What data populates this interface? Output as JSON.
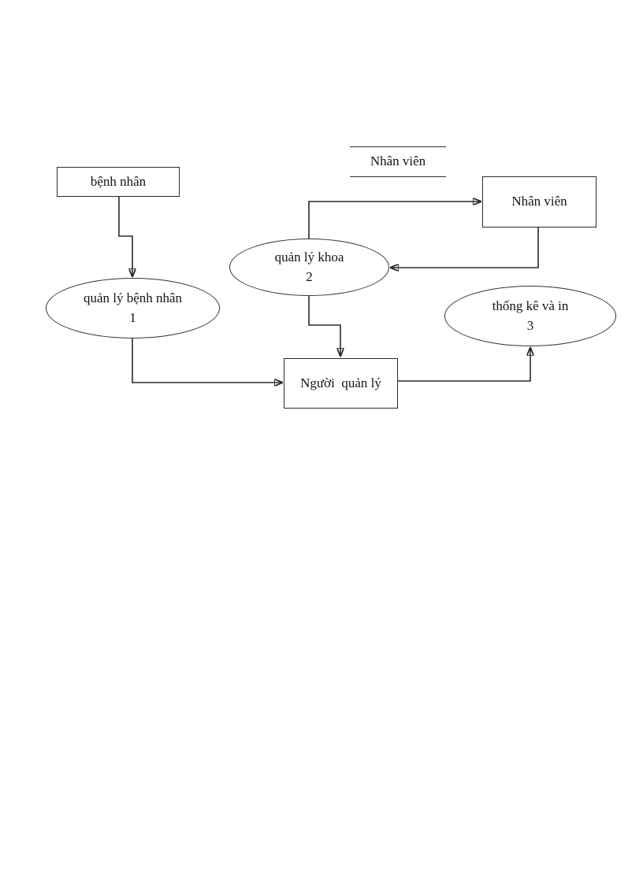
{
  "diagram": {
    "title_context": "DFD - hospital staff/patient management",
    "colors": {
      "background": "#ffffff",
      "line": "#2b2b2b",
      "text": "#151515"
    },
    "entities": {
      "benh_nhan": {
        "label": "bệnh nhân"
      },
      "nhan_vien": {
        "label": "Nhân viên"
      },
      "nguoi_quan_ly": {
        "label": "Người  quản lý"
      }
    },
    "datastore": {
      "nhan_vien": {
        "label": "Nhân viên"
      }
    },
    "processes": {
      "quan_ly_benh_nhan": {
        "label": "quản lý bệnh nhân",
        "number": "1"
      },
      "quan_ly_khoa": {
        "label": "quản lý khoa",
        "number": "2"
      },
      "thong_ke_va_in": {
        "label": "thống kê và in",
        "number": "3"
      }
    }
  }
}
